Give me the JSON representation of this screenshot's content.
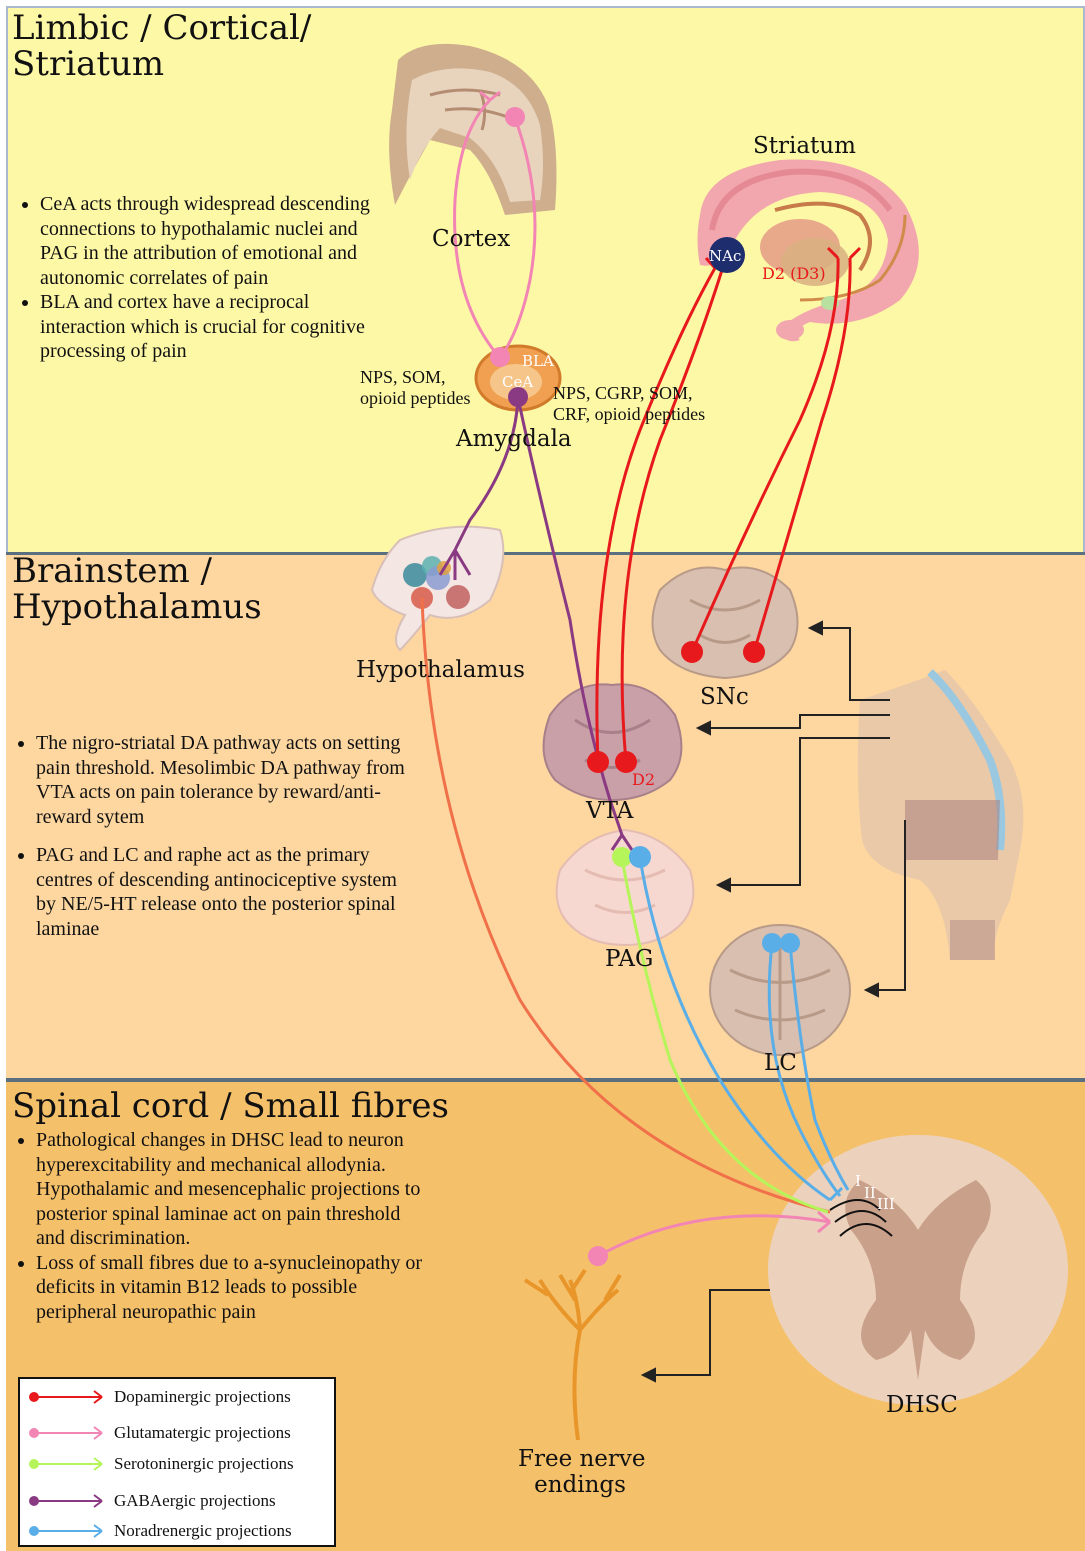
{
  "sections": {
    "limbic": {
      "title_line1": "Limbic / Cortical/",
      "title_line2": "Striatum",
      "bullets": [
        "CeA acts through widespread descending connections to hypothalamic nuclei and PAG in the attribution of emotional and autonomic correlates of pain",
        "BLA and cortex have a reciprocal interaction which is crucial for cognitive processing of pain"
      ]
    },
    "brainstem": {
      "title_line1": "Brainstem /",
      "title_line2": "Hypothalamus",
      "bullets": [
        "The nigro-striatal DA pathway acts on setting pain threshold. Mesolimbic DA pathway from VTA acts on pain tolerance by reward/anti-reward sytem",
        "PAG and LC and raphe act as the primary centres of descending antinociceptive system by NE/5-HT release onto the posterior spinal laminae"
      ]
    },
    "spinal": {
      "title": "Spinal cord / Small fibres",
      "bullets": [
        "Pathological changes in DHSC lead to neuron hyperexcitability and mechanical allodynia. Hypothalamic and mesencephalic projections to posterior spinal laminae act on pain threshold and discrimination.",
        "Loss of small fibres due to a-synucleinopathy or deficits in vitamin B12 leads to possible peripheral neuropathic pain"
      ]
    }
  },
  "labels": {
    "cortex": "Cortex",
    "striatum": "Striatum",
    "nac": "NAc",
    "d2_d3": "D2 (D3)",
    "bla": "BLA",
    "cea": "CeA",
    "amygdala": "Amygdala",
    "left_peptides": "NPS, SOM,\nopioid peptides",
    "right_peptides": "NPS, CGRP, SOM,\nCRF, opioid peptides",
    "hypothalamus": "Hypothalamus",
    "snc": "SNc",
    "vta": "VTA",
    "d2": "D2",
    "pag": "PAG",
    "lc": "LC",
    "lamina_1": "I",
    "lamina_2": "II",
    "lamina_3": "III",
    "dhsc": "DHSC",
    "free_nerve_line1": "Free nerve",
    "free_nerve_line2": "endings"
  },
  "legend": [
    {
      "label": "Dopaminergic projections",
      "color": "#e8191c"
    },
    {
      "label": "Glutamatergic projections",
      "color": "#f285b4"
    },
    {
      "label": "Serotoninergic projections",
      "color": "#b5f55a"
    },
    {
      "label": "GABAergic projections",
      "color": "#8a3a82"
    },
    {
      "label": "Noradrenergic projections",
      "color": "#5aaee8"
    }
  ],
  "colors": {
    "dopaminergic": "#e8191c",
    "glutamatergic": "#f285b4",
    "serotoninergic": "#b5f55a",
    "gabaergic": "#8a3a82",
    "noradrenergic": "#5aaee8",
    "hypothalamic_projection": "#f0704a",
    "limbic_background": "#fdf8a6",
    "brainstem_background": "#fdd6a0",
    "spinal_background": "#f5c06a"
  }
}
